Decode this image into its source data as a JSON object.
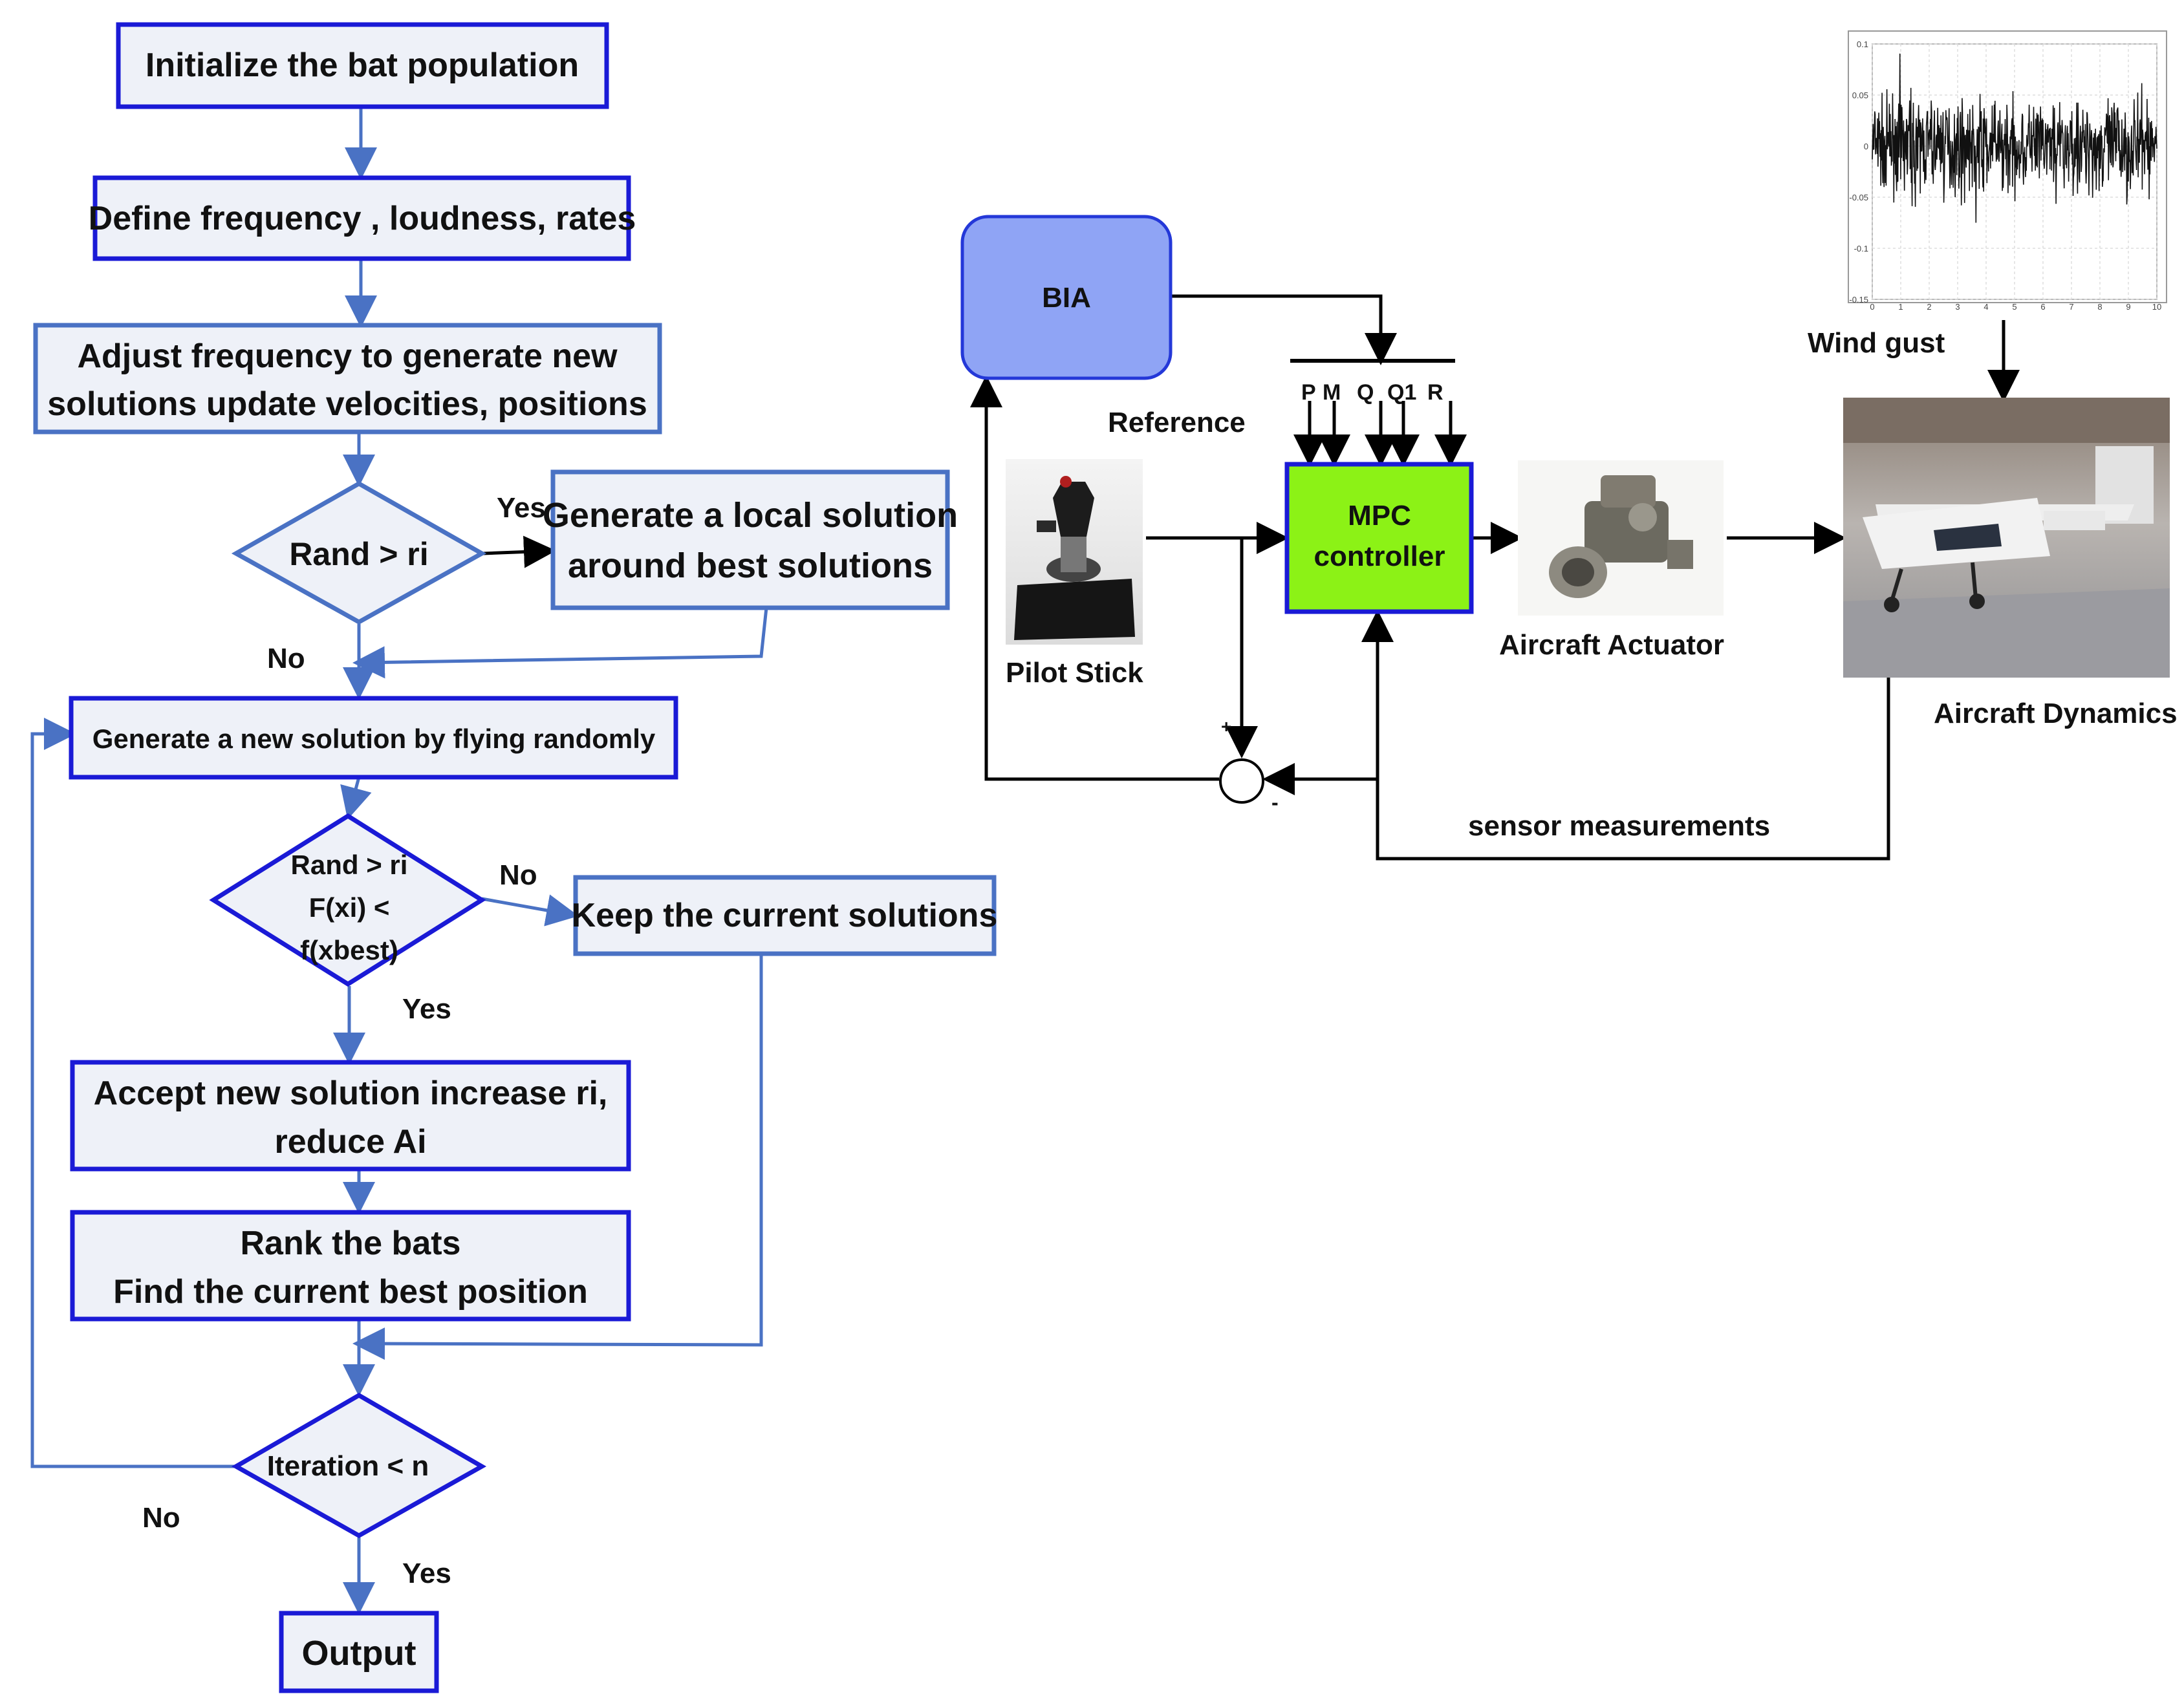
{
  "flowchart": {
    "init": "Initialize the bat population",
    "define": "Define frequency , loudness, rates",
    "adjust_line1": "Adjust frequency to generate new",
    "adjust_line2": "solutions update velocities, positions",
    "decision1": "Rand > ri",
    "local_line1": "Generate a local solution",
    "local_line2": "around best solutions",
    "yes1": "Yes",
    "no1": "No",
    "random_fly": "Generate a new solution by flying randomly",
    "decision2_line1": "Rand > ri",
    "decision2_line2": "F(xi) <",
    "decision2_line3": "f(xbest)",
    "no2": "No",
    "keep": "Keep the current solutions",
    "yes2": "Yes",
    "accept_line1": "Accept new solution increase ri,",
    "accept_line2": "reduce Ai",
    "rank_line1": "Rank the bats",
    "rank_line2": "Find the current best position",
    "decision3": "Iteration < n",
    "no3": "No",
    "yes3": "Yes",
    "output": "Output"
  },
  "block_diagram": {
    "bia": "BIA",
    "reference": "Reference",
    "params": [
      "P",
      "M",
      "Q",
      "Q1",
      "R"
    ],
    "mpc_line1": "MPC",
    "mpc_line2": "controller",
    "pilot_stick": "Pilot Stick",
    "actuator": "Aircraft Actuator",
    "dynamics": "Aircraft Dynamics",
    "wind_gust": "Wind gust",
    "sensor": "sensor measurements",
    "plus": "+",
    "minus": "-"
  },
  "wind_plot": {
    "y_ticks": [
      "0.1",
      "0.05",
      "0",
      "-0.05",
      "-0.1",
      "-0.15"
    ],
    "x_ticks": [
      "0",
      "1",
      "2",
      "3",
      "4",
      "5",
      "6",
      "7",
      "8",
      "9",
      "10"
    ]
  },
  "colors": {
    "box_border": "#1a1ad6",
    "box_fill": "#eef1f8",
    "flow_line": "#4a72c4",
    "bia_fill": "#8fa4f5",
    "mpc_fill": "#8cf216"
  }
}
